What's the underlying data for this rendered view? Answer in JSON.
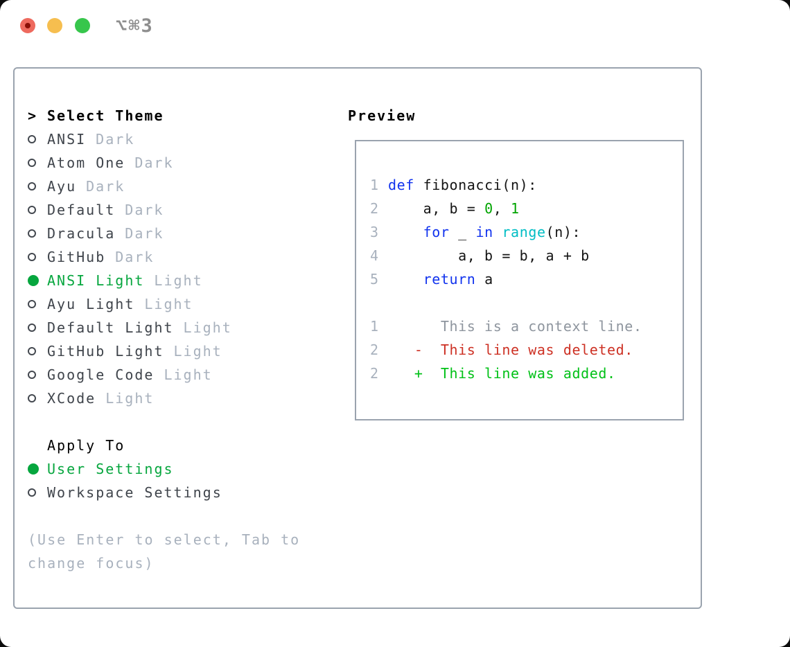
{
  "window": {
    "shortcut_label": "⌥⌘3",
    "controls": {
      "close": "close",
      "minimize": "minimize",
      "zoom": "zoom"
    }
  },
  "colors": {
    "accent_green": "#06a63e",
    "keyword_blue": "#1133ee",
    "function_cyan": "#00bdc4",
    "number_green": "#00a400",
    "deleted_red": "#cd3124",
    "added_green": "#00c117",
    "muted_gray": "#a8b1bd",
    "border_gray": "#9aa3ae"
  },
  "theme_panel": {
    "cursor": ">",
    "heading": "Select Theme",
    "items": [
      {
        "name": "ANSI",
        "tag": "Dark",
        "selected": false
      },
      {
        "name": "Atom One",
        "tag": "Dark",
        "selected": false
      },
      {
        "name": "Ayu",
        "tag": "Dark",
        "selected": false
      },
      {
        "name": "Default",
        "tag": "Dark",
        "selected": false
      },
      {
        "name": "Dracula",
        "tag": "Dark",
        "selected": false
      },
      {
        "name": "GitHub",
        "tag": "Dark",
        "selected": false
      },
      {
        "name": "ANSI Light",
        "tag": "Light",
        "selected": true
      },
      {
        "name": "Ayu Light",
        "tag": "Light",
        "selected": false
      },
      {
        "name": "Default Light",
        "tag": "Light",
        "selected": false
      },
      {
        "name": "GitHub Light",
        "tag": "Light",
        "selected": false
      },
      {
        "name": "Google Code",
        "tag": "Light",
        "selected": false
      },
      {
        "name": "XCode",
        "tag": "Light",
        "selected": false
      }
    ]
  },
  "apply_to": {
    "heading": "Apply To",
    "options": [
      {
        "label": "User Settings",
        "selected": true
      },
      {
        "label": "Workspace Settings",
        "selected": false
      }
    ]
  },
  "hint": "(Use Enter to select, Tab to change focus)",
  "preview": {
    "heading": "Preview",
    "code": [
      {
        "num": "1",
        "parts": {
          "kw": "def",
          "rest": " fibonacci(n):"
        }
      },
      {
        "num": "2",
        "parts": {
          "lead": "    a, b = ",
          "n1": "0",
          "sep": ", ",
          "n2": "1"
        }
      },
      {
        "num": "3",
        "parts": {
          "lead": "    ",
          "k1": "for",
          "mid": " _ ",
          "k2": "in",
          "sp": " ",
          "fn": "range",
          "rest": "(n):"
        }
      },
      {
        "num": "4",
        "parts": {
          "lead": "        a, b = b, a + b"
        }
      },
      {
        "num": "5",
        "parts": {
          "lead": "    ",
          "k1": "return",
          "rest": " a"
        }
      }
    ],
    "diff": [
      {
        "num": "1",
        "type": "context",
        "text": "      This is a context line."
      },
      {
        "num": "2",
        "type": "deleted",
        "text": "   -  This line was deleted."
      },
      {
        "num": "2",
        "type": "added",
        "text": "   +  This line was added."
      }
    ]
  }
}
